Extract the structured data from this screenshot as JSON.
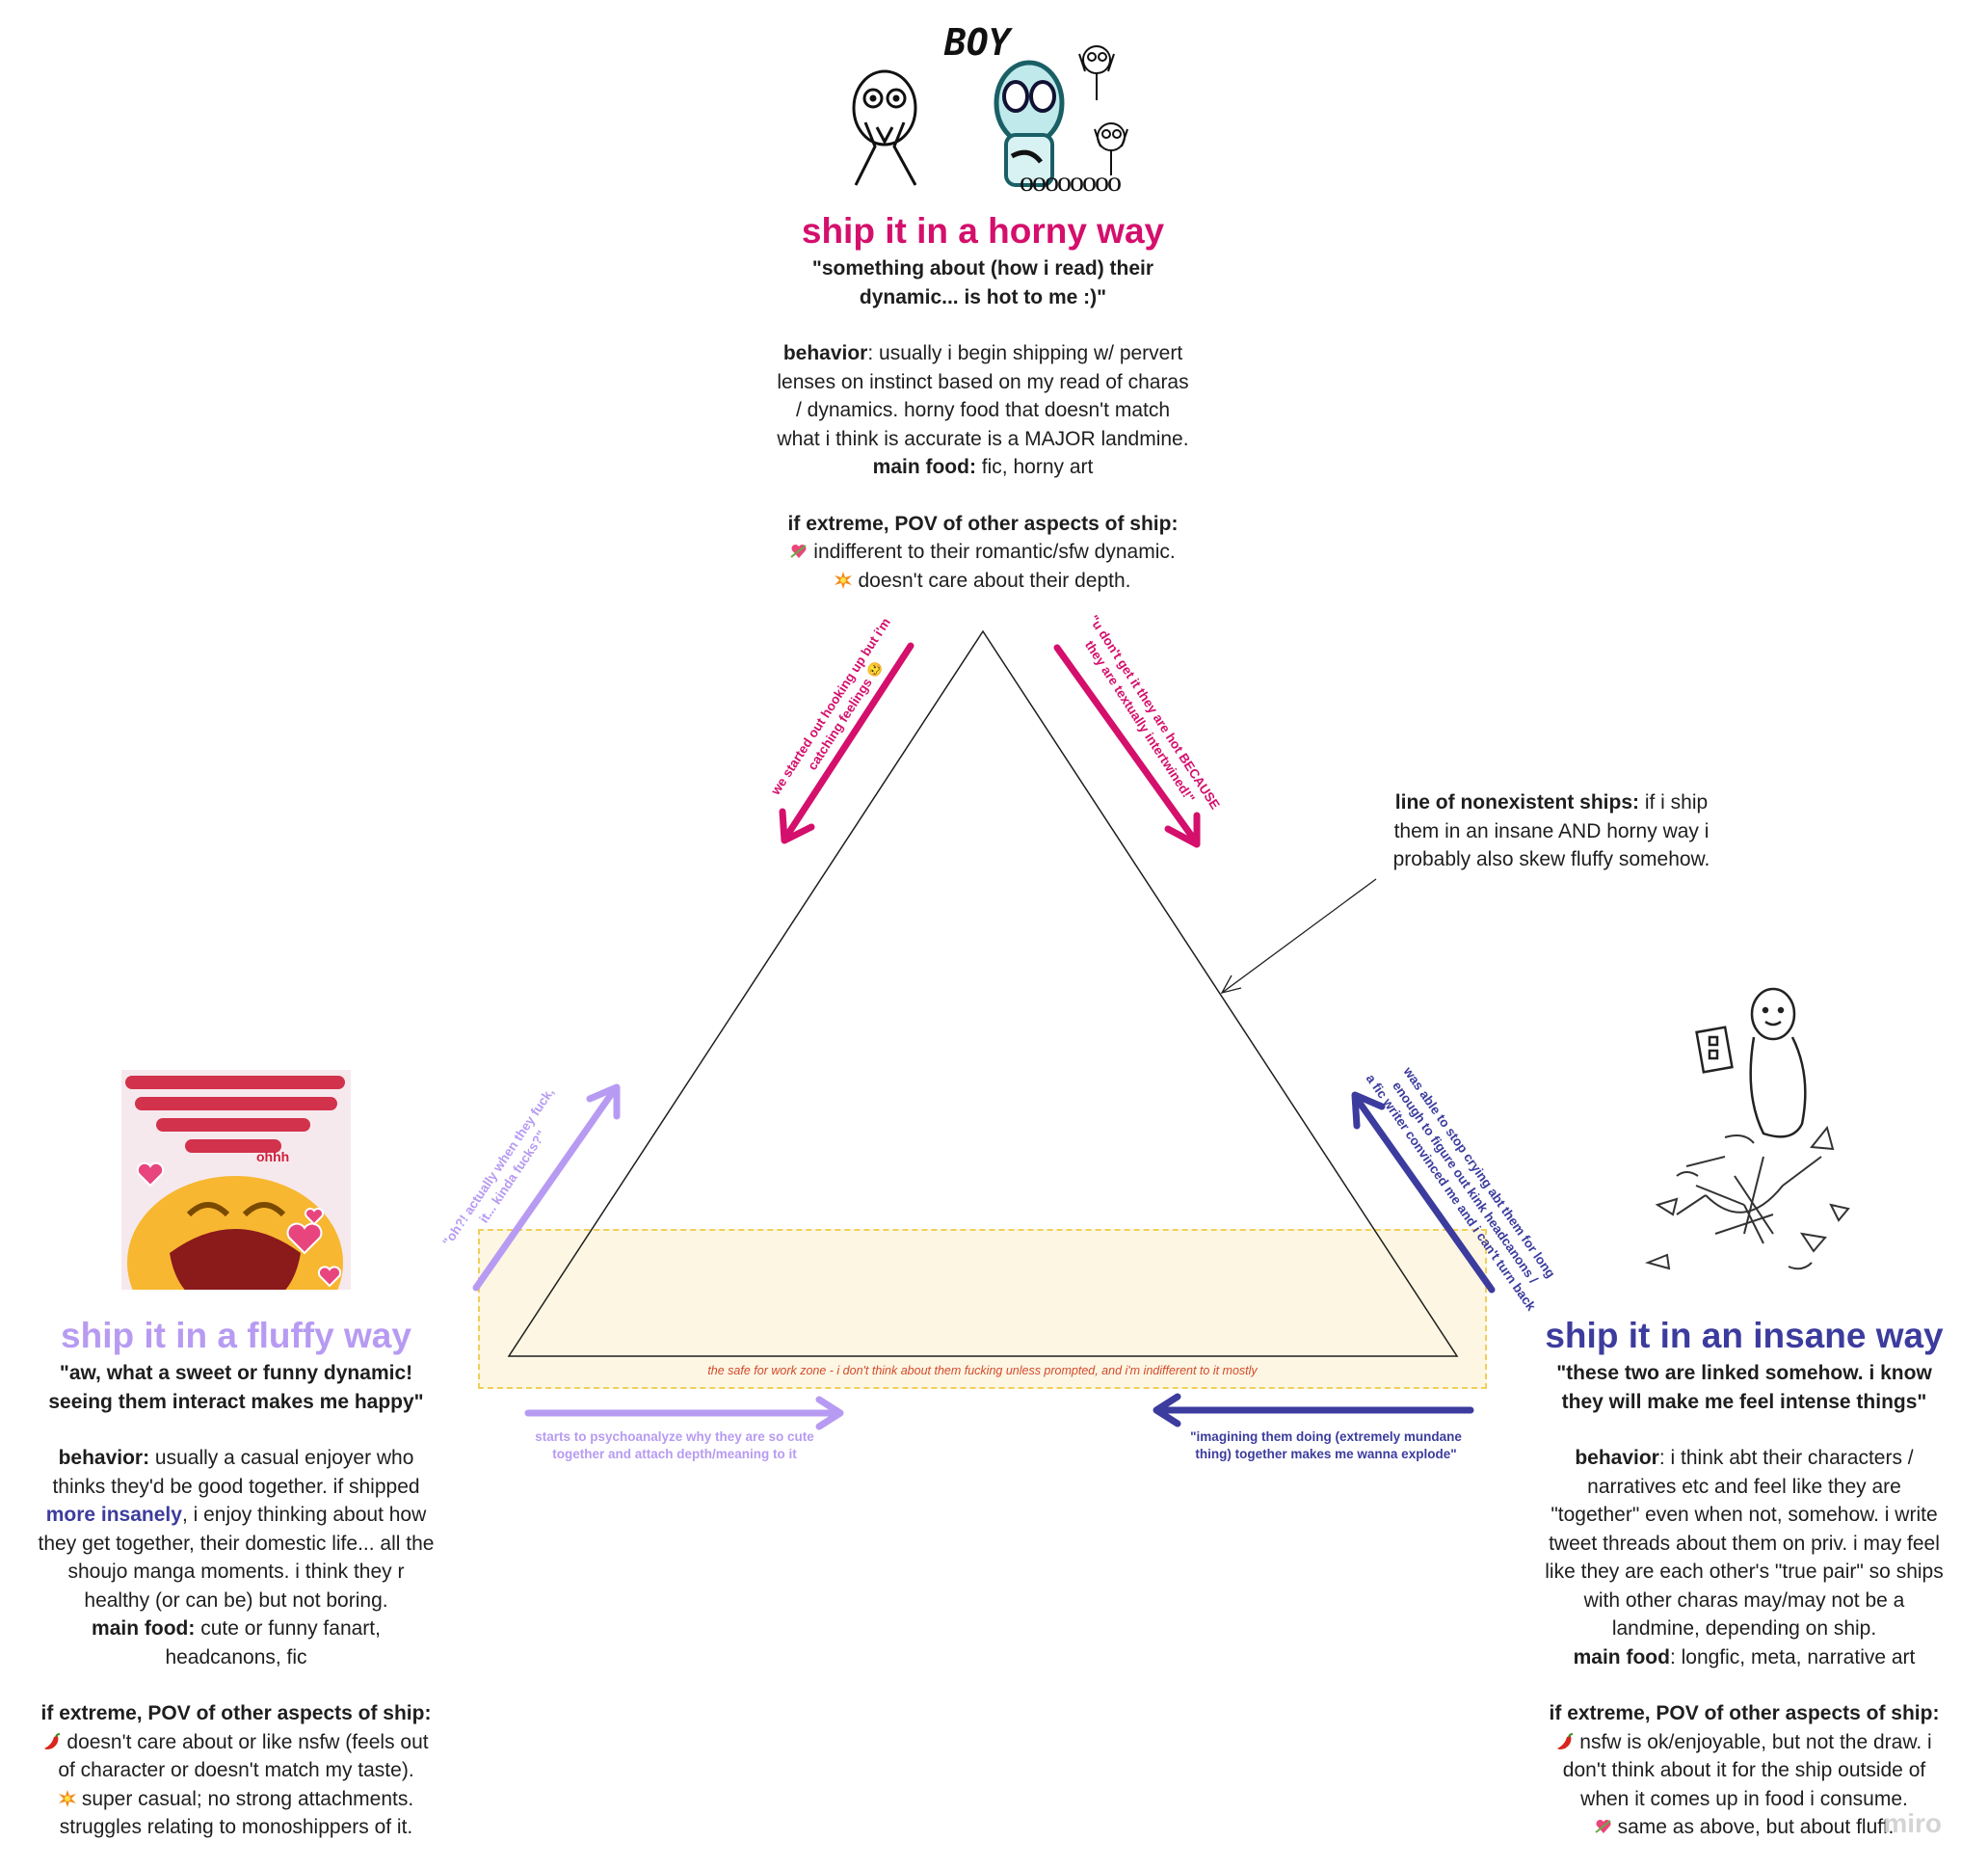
{
  "colors": {
    "horny": "#d40f6c",
    "fluffy": "#b79bf2",
    "insane": "#3c3c9e",
    "text": "#1e1e1e",
    "sfw_zone_fill": "#fdf6e3",
    "sfw_zone_border": "#f1cf5a",
    "sfw_caption": "#d24a2c"
  },
  "horny": {
    "meme_caption": "BOY",
    "meme_text": "oooooooo",
    "title": "ship it in a horny way",
    "quote_line1": "\"something about (how i read) their",
    "quote_line2": "dynamic... is hot to me :)\"",
    "behavior_label": "behavior",
    "behavior_lines": [
      ": usually i begin shipping w/ pervert",
      "lenses on instinct based on my read of charas",
      "/ dynamics. horny food that doesn't match",
      "what i think is accurate is a MAJOR landmine."
    ],
    "food_label": "main food:",
    "food_text": " fic, horny art",
    "extreme_label": "if extreme, POV of other aspects of ship:",
    "extreme_1": "indifferent to their romantic/sfw dynamic.",
    "extreme_2": "doesn't care about their depth.",
    "extreme_1_icon": "heart-arrow-icon",
    "extreme_2_icon": "explosion-icon"
  },
  "fluffy": {
    "meme_text": "ohhh",
    "title": "ship it in a fluffy way",
    "quote_line1": "\"aw, what a sweet or funny dynamic!",
    "quote_line2": "seeing them interact makes me happy\"",
    "behavior_label": "behavior:",
    "behavior_text1": " usually a casual enjoyer who",
    "behavior_text2": "thinks they'd be good together. if shipped",
    "behavior_highlight": "more insanely",
    "behavior_text3": ", i enjoy thinking about how",
    "behavior_text4": "they get together, their domestic life... all the",
    "behavior_text5": "shoujo manga moments. i think they r",
    "behavior_text6": "healthy (or can be) but not boring.",
    "food_label": "main food:",
    "food_text1": " cute or funny fanart,",
    "food_text2": "headcanons, fic",
    "extreme_label": "if extreme, POV of other aspects of ship:",
    "extreme_1a": "doesn't care about or like nsfw (feels out",
    "extreme_1b": "of character or doesn't match my taste).",
    "extreme_2a": "super casual; no strong attachments.",
    "extreme_2b": "struggles relating to monoshippers of it.",
    "extreme_1_icon": "chili-pepper-icon",
    "extreme_2_icon": "explosion-icon"
  },
  "insane": {
    "title": "ship it in an insane way",
    "quote_line1": "\"these two are linked somehow. i know",
    "quote_line2": "they will make me feel intense things\"",
    "behavior_label": "behavior",
    "behavior_lines": [
      ": i think abt their characters /",
      "narratives etc and feel like they are",
      "\"together\" even when not, somehow. i write",
      "tweet threads about them on priv. i may feel",
      "like they are each other's \"true pair\" so ships",
      "with other charas may/may not be a",
      "landmine, depending on ship."
    ],
    "food_label": "main food",
    "food_text": ": longfic, meta, narrative art",
    "extreme_label": "if extreme, POV of other aspects of ship:",
    "extreme_1a": "nsfw is ok/enjoyable, but not the draw. i",
    "extreme_1b": "don't think about it for the ship outside of",
    "extreme_1c": "when it comes up in food i consume.",
    "extreme_2": "same as above, but about fluff.",
    "extreme_1_icon": "chili-pepper-icon",
    "extreme_2_icon": "heart-arrow-icon"
  },
  "arrows": {
    "horny_to_fluffy_1": "we started out hooking up but i'm",
    "horny_to_fluffy_2": "catching feelings 🥴",
    "horny_to_insane_1": "\"u don't get it they are hot BECAUSE",
    "horny_to_insane_2": "they are textually intertwined!\"",
    "fluffy_to_horny_1": "\"oh?! actually when they fuck,",
    "fluffy_to_horny_2": "it... kinda fucks?\"",
    "insane_to_horny_1": "was able to stop crying abt them for long",
    "insane_to_horny_2": "enough to figure out kink headcanons /",
    "insane_to_horny_3": "a fic writer convinced me and i can't turn back",
    "fluffy_to_insane_1": "starts to psychoanalyze why they are so cute",
    "fluffy_to_insane_2": "together and attach depth/meaning to it",
    "insane_to_fluffy_1": "\"imagining them doing (extremely mundane",
    "insane_to_fluffy_2": "thing) together makes me wanna explode\""
  },
  "nonexistent": {
    "label": "line of nonexistent ships:",
    "text1": " if i ship",
    "text2": "them in an insane AND horny way i",
    "text3": "probably also skew fluffy somehow."
  },
  "sfw_zone": {
    "caption": "the safe for work zone - i don't think about them fucking unless prompted, and i'm indifferent to it mostly"
  },
  "watermark": "miro"
}
